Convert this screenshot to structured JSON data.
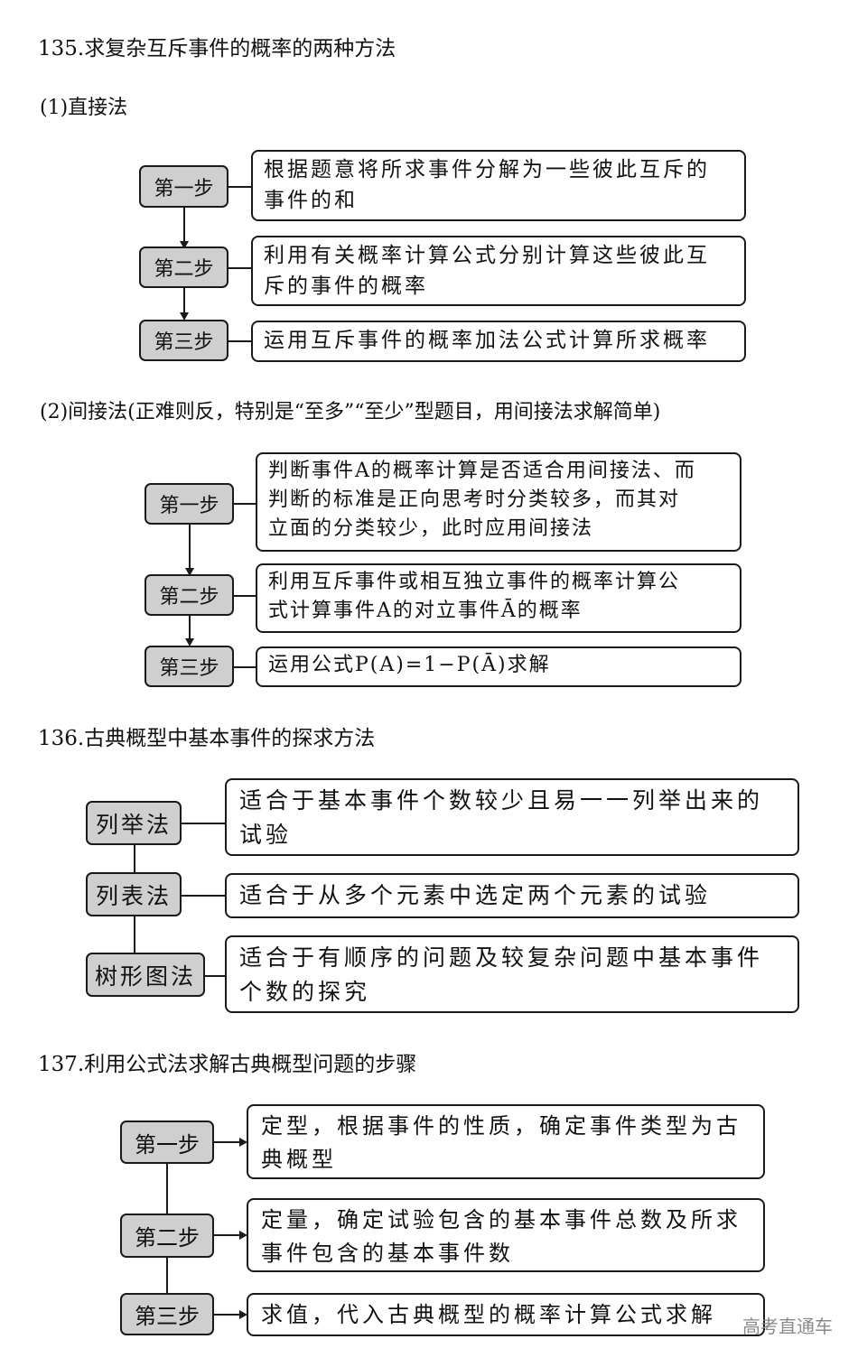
{
  "s135": {
    "title": "135.求复杂互斥事件的概率的两种方法",
    "direct": {
      "heading": "(1)直接法",
      "steps": [
        {
          "label": "第一步",
          "lines": [
            "根据题意将所求事件分解为一些彼此互斥的",
            "事件的和"
          ]
        },
        {
          "label": "第二步",
          "lines": [
            "利用有关概率计算公式分别计算这些彼此互",
            "斥的事件的概率"
          ]
        },
        {
          "label": "第三步",
          "lines": [
            "运用互斥事件的概率加法公式计算所求概率"
          ]
        }
      ]
    },
    "indirect": {
      "heading": "(2)间接法(正难则反，特别是“至多”“至少”型题目，用间接法求解简单)",
      "steps": [
        {
          "label": "第一步",
          "lines": [
            "判断事件A的概率计算是否适合用间接法、而",
            "判断的标准是正向思考时分类较多，而其对",
            "立面的分类较少，此时应用间接法"
          ]
        },
        {
          "label": "第二步",
          "lines": [
            "利用互斥事件或相互独立事件的概率计算公",
            "式计算事件A的对立事件Ā的概率"
          ]
        },
        {
          "label": "第三步",
          "lines": [
            "运用公式P(A)=1−P(Ā)求解"
          ]
        }
      ]
    }
  },
  "s136": {
    "title": "136.古典概型中基本事件的探求方法",
    "methods": [
      {
        "label": "列举法",
        "lines": [
          "适合于基本事件个数较少且易一一列举出来的",
          "试验"
        ]
      },
      {
        "label": "列表法",
        "lines": [
          "适合于从多个元素中选定两个元素的试验"
        ]
      },
      {
        "label": "树形图法",
        "lines": [
          "适合于有顺序的问题及较复杂问题中基本事件",
          "个数的探究"
        ]
      }
    ]
  },
  "s137": {
    "title": "137.利用公式法求解古典概型问题的步骤",
    "steps": [
      {
        "label": "第一步",
        "lines": [
          "定型，根据事件的性质，确定事件类型为古",
          "典概型"
        ]
      },
      {
        "label": "第二步",
        "lines": [
          "定量，确定试验包含的基本事件总数及所求",
          "事件包含的基本事件数"
        ]
      },
      {
        "label": "第三步",
        "lines": [
          "求值，代入古典概型的概率计算公式求解"
        ]
      }
    ]
  },
  "watermark": "高考直通车"
}
